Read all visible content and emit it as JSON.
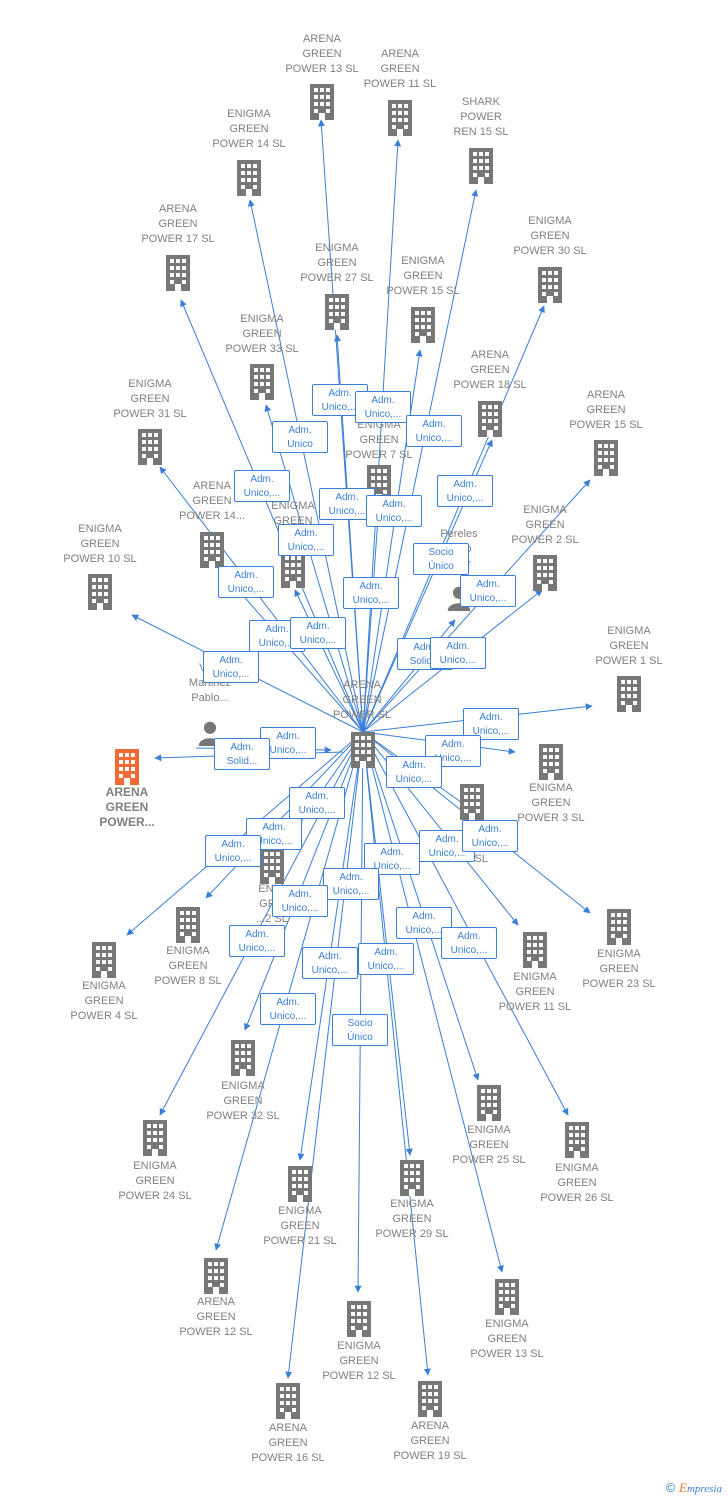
{
  "center": {
    "id": "center",
    "lines": [
      "ARENA",
      "GREEN",
      "POWER  SL"
    ]
  },
  "nodes": [
    {
      "id": "n1",
      "lines": [
        "ARENA",
        "GREEN",
        "POWER 13  SL"
      ],
      "type": "company"
    },
    {
      "id": "n2",
      "lines": [
        "ARENA",
        "GREEN",
        "POWER 11  SL"
      ],
      "type": "company"
    },
    {
      "id": "n3",
      "lines": [
        "SHARK",
        "POWER",
        "REN 15  SL"
      ],
      "type": "company"
    },
    {
      "id": "n4",
      "lines": [
        "ENIGMA",
        "GREEN",
        "POWER 14  SL"
      ],
      "type": "company"
    },
    {
      "id": "n5",
      "lines": [
        "ARENA",
        "GREEN",
        "POWER 17  SL"
      ],
      "type": "company"
    },
    {
      "id": "n6",
      "lines": [
        "ENIGMA",
        "GREEN",
        "POWER 27  SL"
      ],
      "type": "company"
    },
    {
      "id": "n7",
      "lines": [
        "ENIGMA",
        "GREEN",
        "POWER 15  SL"
      ],
      "type": "company"
    },
    {
      "id": "n8",
      "lines": [
        "ENIGMA",
        "GREEN",
        "POWER 30  SL"
      ],
      "type": "company"
    },
    {
      "id": "n9",
      "lines": [
        "ENIGMA",
        "GREEN",
        "POWER 33  SL"
      ],
      "type": "company"
    },
    {
      "id": "n10",
      "lines": [
        "ARENA",
        "GREEN",
        "POWER 18  SL"
      ],
      "type": "company"
    },
    {
      "id": "n11",
      "lines": [
        "ENIGMA",
        "GREEN",
        "POWER 31  SL"
      ],
      "type": "company"
    },
    {
      "id": "n12",
      "lines": [
        "ENIGMA",
        "GREEN",
        "POWER 7  SL"
      ],
      "type": "company"
    },
    {
      "id": "n13",
      "lines": [
        "ARENA",
        "GREEN",
        "POWER 15  SL"
      ],
      "type": "company"
    },
    {
      "id": "n14",
      "lines": [
        "ARENA",
        "GREEN",
        "POWER 14..."
      ],
      "type": "company"
    },
    {
      "id": "n15",
      "lines": [
        "ENIGMA",
        "GREEN",
        "PO..."
      ],
      "type": "company"
    },
    {
      "id": "n16",
      "lines": [
        "Pereles",
        "...ero",
        "...car"
      ],
      "type": "person"
    },
    {
      "id": "n17",
      "lines": [
        "ENIGMA",
        "GREEN",
        "POWER 2  SL"
      ],
      "type": "company"
    },
    {
      "id": "n18",
      "lines": [
        "ENIGMA",
        "GREEN",
        "POWER 10  SL"
      ],
      "type": "company"
    },
    {
      "id": "n19",
      "lines": [
        "ENIGMA",
        "GREEN",
        "POWER 1  SL"
      ],
      "type": "company"
    },
    {
      "id": "n20",
      "lines": [
        "Va...",
        "Martinez",
        "Pablo..."
      ],
      "type": "person"
    },
    {
      "id": "n21",
      "lines": [
        "ARENA",
        "GREEN",
        "POWER..."
      ],
      "type": "company",
      "focus": true
    },
    {
      "id": "n22",
      "lines": [
        "ENIGMA",
        "GREEN",
        "POWER 3  SL"
      ],
      "type": "company"
    },
    {
      "id": "n23",
      "lines": [
        "...",
        "...",
        "...5  SL"
      ],
      "type": "company"
    },
    {
      "id": "n24",
      "lines": [
        "ENI...",
        "GR...",
        "...2  SL"
      ],
      "type": "company"
    },
    {
      "id": "n25",
      "lines": [
        "ENIGMA",
        "GREEN",
        "POWER 8  SL"
      ],
      "type": "company"
    },
    {
      "id": "n26",
      "lines": [
        "ENIGMA",
        "GREEN",
        "POWER 4  SL"
      ],
      "type": "company"
    },
    {
      "id": "n27",
      "lines": [
        "ENIGMA",
        "GREEN",
        "POWER 11  SL"
      ],
      "type": "company"
    },
    {
      "id": "n28",
      "lines": [
        "ENIGMA",
        "GREEN",
        "POWER 23  SL"
      ],
      "type": "company"
    },
    {
      "id": "n29",
      "lines": [
        "ENIGMA",
        "GREEN",
        "POWER 32  SL"
      ],
      "type": "company"
    },
    {
      "id": "n30",
      "lines": [
        "ENIGMA",
        "GREEN",
        "POWER 24  SL"
      ],
      "type": "company"
    },
    {
      "id": "n31",
      "lines": [
        "ENIGMA",
        "GREEN",
        "POWER 25  SL"
      ],
      "type": "company"
    },
    {
      "id": "n32",
      "lines": [
        "ENIGMA",
        "GREEN",
        "POWER 26  SL"
      ],
      "type": "company"
    },
    {
      "id": "n33",
      "lines": [
        "ENIGMA",
        "GREEN",
        "POWER 21  SL"
      ],
      "type": "company"
    },
    {
      "id": "n34",
      "lines": [
        "ENIGMA",
        "GREEN",
        "POWER 29  SL"
      ],
      "type": "company"
    },
    {
      "id": "n35",
      "lines": [
        "ARENA",
        "GREEN",
        "POWER 12  SL"
      ],
      "type": "company"
    },
    {
      "id": "n36",
      "lines": [
        "ENIGMA",
        "GREEN",
        "POWER 13  SL"
      ],
      "type": "company"
    },
    {
      "id": "n37",
      "lines": [
        "ENIGMA",
        "GREEN",
        "POWER 12  SL"
      ],
      "type": "company"
    },
    {
      "id": "n38",
      "lines": [
        "ARENA",
        "GREEN",
        "POWER 16  SL"
      ],
      "type": "company"
    },
    {
      "id": "n39",
      "lines": [
        "ARENA",
        "GREEN",
        "POWER 19  SL"
      ],
      "type": "company"
    }
  ],
  "relations": [
    [
      "Adm.",
      "Unico,..."
    ],
    [
      "Adm.",
      "Unico,..."
    ],
    [
      "Adm.",
      "Unico,..."
    ],
    [
      "Adm.",
      "Unico"
    ],
    [
      "Adm.",
      "Unico,..."
    ],
    [
      "Adm.",
      "Unico,..."
    ],
    [
      "Adm.",
      "Unico,..."
    ],
    [
      "Adm.",
      "Unico,..."
    ],
    [
      "Adm.",
      "Unico,..."
    ],
    [
      "Adm.",
      "Unico,..."
    ],
    [
      "Socio",
      "Único"
    ],
    [
      "Adm.",
      "Unico,..."
    ],
    [
      "Adm.",
      "Unico,..."
    ],
    [
      "Adm.",
      "Unico,..."
    ],
    [
      "Adm.",
      "Unico,..."
    ],
    [
      "Adm.",
      "Solid..."
    ],
    [
      "Adm.",
      "Unico,..."
    ],
    [
      "Adm.",
      "Unico,..."
    ],
    [
      "Adm.",
      "Unico,..."
    ],
    [
      "Adm.",
      "Solid..."
    ],
    [
      "Adm.",
      "Unico,..."
    ],
    [
      "Adm.",
      "Unico,..."
    ],
    [
      "Adm.",
      "Unico,..."
    ],
    [
      "Adm.",
      "Unico,..."
    ],
    [
      "Adm.",
      "Unico,..."
    ],
    [
      "Adm.",
      "Unico,..."
    ],
    [
      "Adm.",
      "Unico,..."
    ],
    [
      "Adm.",
      "Unico,..."
    ],
    [
      "Adm.",
      "Unico,..."
    ],
    [
      "Adm.",
      "Unico,..."
    ],
    [
      "Adm.",
      "Unico,..."
    ],
    [
      "Adm.",
      "Unico,..."
    ],
    [
      "Adm.",
      "Unico,..."
    ],
    [
      "Adm.",
      "Unico,..."
    ],
    [
      "Adm.",
      "Unico,..."
    ],
    [
      "Adm.",
      "Unico,..."
    ],
    [
      "Adm.",
      "Unico,..."
    ],
    [
      "Socio",
      "Único"
    ]
  ],
  "colors": {
    "edge": "#3a7fd5",
    "node": "#777777",
    "focus": "#f26a35"
  },
  "copyright": {
    "symbol": "©",
    "brand": "E",
    "rest": "mpresia"
  }
}
